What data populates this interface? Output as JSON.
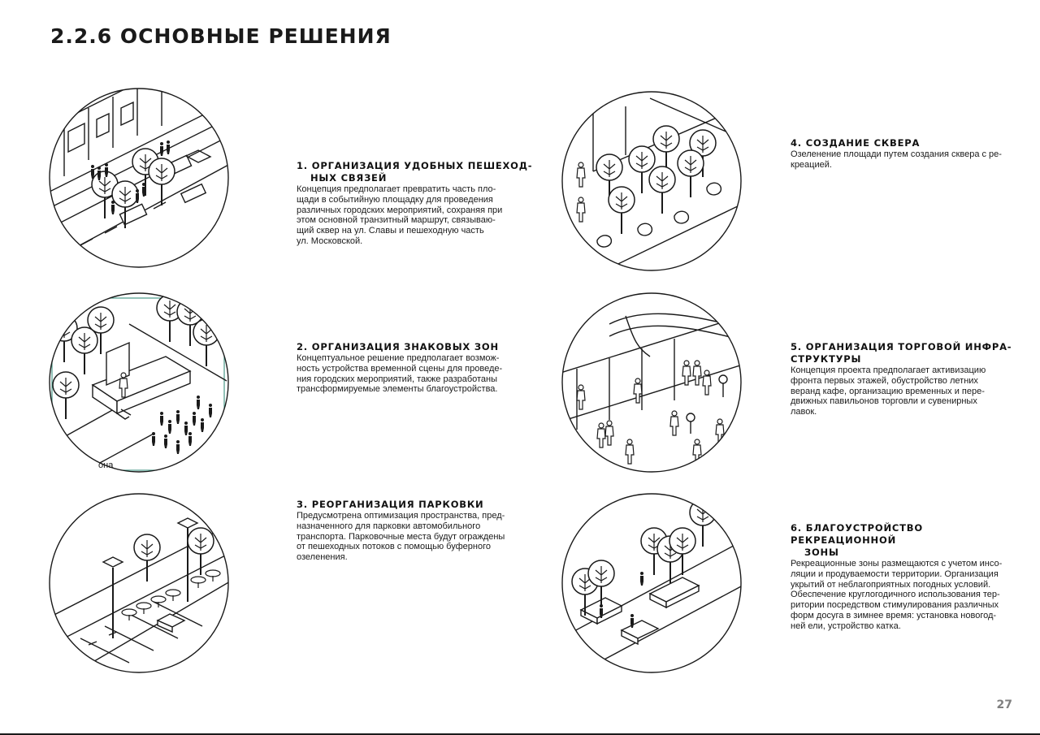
{
  "page": {
    "title": "2.2.6 ОСНОВНЫЕ РЕШЕНИЯ",
    "page_number": "27"
  },
  "illustrations": {
    "sign_fragment": "она"
  },
  "sections": [
    {
      "heading_1": "1. ОРГАНИЗАЦИЯ УДОБНЫХ ПЕШЕХОД-",
      "heading_2": "НЫХ СВЯЗЕЙ",
      "lines": [
        "Концепция предполагает превратить часть пло-",
        "щади в событийную площадку для проведения",
        "различных городских мероприятий, сохраняя при",
        "этом основной транзитный маршрут, связываю-",
        "щий сквер на ул. Славы и пешеходную часть",
        "ул. Московской."
      ]
    },
    {
      "heading_1": "2. ОРГАНИЗАЦИЯ ЗНАКОВЫХ ЗОН",
      "lines": [
        "Концептуальное решение предполагает возмож-",
        "ность устройства временной сцены для проведе-",
        "ния городских мероприятий, также разработаны",
        "трансформируемые элементы благоустройства."
      ]
    },
    {
      "heading_1": "3. РЕОРГАНИЗАЦИЯ ПАРКОВКИ",
      "lines": [
        "Предусмотрена оптимизация пространства, пред-",
        "назначенного для парковки автомобильного",
        "транспорта. Парковочные места будут ограждены",
        "от пешеходных потоков с помощью буферного",
        "озеленения."
      ]
    },
    {
      "heading_1": "4. СОЗДАНИЕ СКВЕРА",
      "lines": [
        "Озеленение площади путем создания сквера с ре-",
        "креацией."
      ]
    },
    {
      "heading_1": "5. ОРГАНИЗАЦИЯ ТОРГОВОЙ ИНФРА-",
      "heading_2": "СТРУКТУРЫ",
      "lines": [
        "Концепция проекта предполагает активизацию",
        "фронта первых этажей, обустройство летних",
        "веранд кафе, организацию временных и пере-",
        "движных павильонов торговли и сувенирных",
        "лавок."
      ]
    },
    {
      "heading_1": "6. БЛАГОУСТРОЙСТВО РЕКРЕАЦИОННОЙ",
      "heading_2": "ЗОНЫ",
      "lines": [
        "Рекреационные зоны размещаются с учетом инсо-",
        "ляции и продуваемости территории. Организация",
        "укрытий от неблагоприятных погодных условий.",
        "Обеспечение круглогодичного использования тер-",
        "ритории посредством стимулирования различных",
        "форм досуга в зимнее время: установка новогод-",
        "ней ели, устройство катка."
      ]
    }
  ]
}
